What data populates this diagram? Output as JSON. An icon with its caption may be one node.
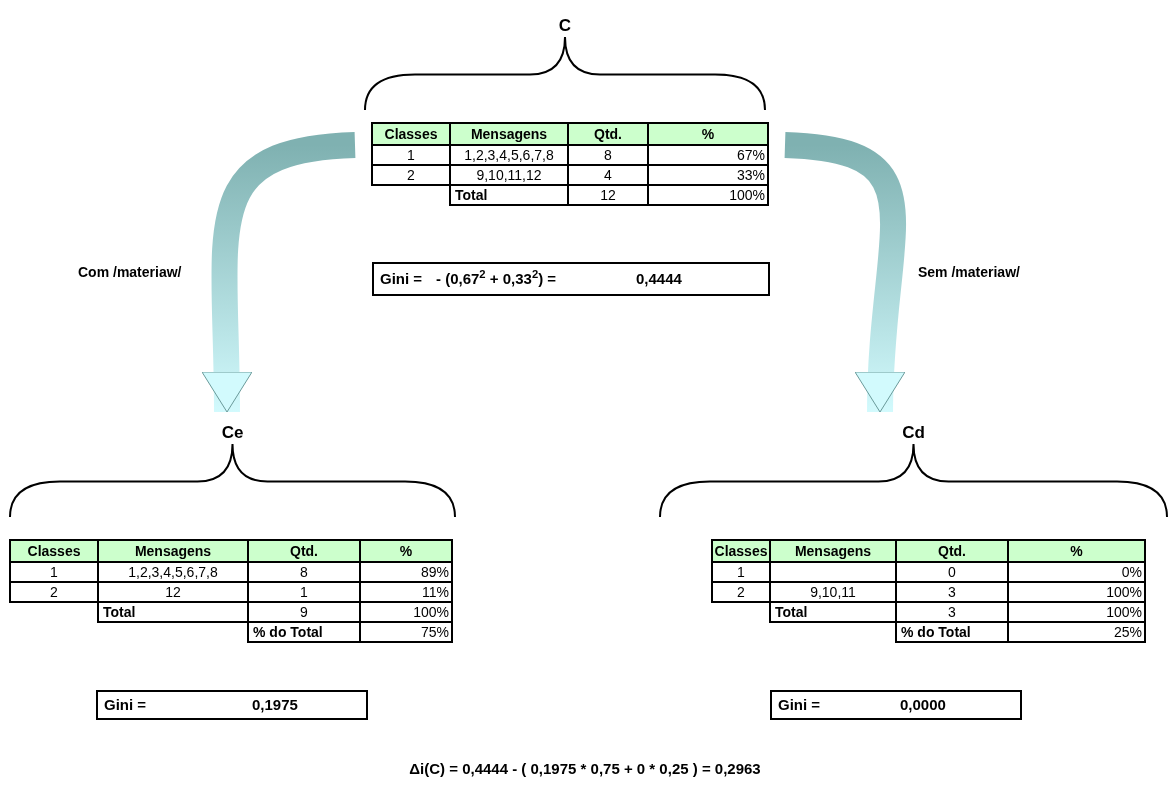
{
  "diagram": {
    "nodes": [
      {
        "text": [
          "C"
        ]
      },
      {
        "text": [
          "Classes",
          "Mensagens",
          "Qtd.",
          "%",
          "1",
          "1,2,3,4,5,6,7,8",
          "8",
          "67%",
          "2",
          "9,10,11,12",
          "4",
          "33%",
          "Total",
          "12",
          "100%"
        ],
        "in": 0
      },
      {
        "text": [
          "Gini =",
          "- (0,67$^{2}$ + 0,33$^{2}$) =",
          "0,4444"
        ],
        "in": 0
      },
      {
        "text": [
          "Ce"
        ]
      },
      {
        "text": [
          "Classes",
          "Mensagens",
          "Qtd.",
          "%",
          "1",
          "1,2,3,4,5,6,7,8",
          "8",
          "89%",
          "2",
          "12",
          "1",
          "11%",
          "Total",
          "9",
          "100%",
          "% do Total",
          "75%"
        ],
        "in": 3
      },
      {
        "text": [
          "Gini =",
          "0,1975"
        ],
        "in": 3
      },
      {
        "text": [
          "Cd"
        ]
      },
      {
        "text": [
          "Classes",
          "Mensagens",
          "Qtd.",
          "%",
          "1",
          "0",
          "0%",
          "2",
          "9,10,11",
          "3",
          "100%",
          "Total",
          "3",
          "100%",
          "% do Total",
          "25%"
        ],
        "in": 6
      },
      {
        "text": [
          "Gini =",
          "0,0000"
        ],
        "in": 6
      }
    ],
    "edges": [
      {
        "from": 0,
        "to": 3,
        "arrow": "to",
        "label": "Com /materiaw/"
      },
      {
        "from": 0,
        "to": 6,
        "arrow": "to",
        "label": "Sem /materiaw/"
      }
    ],
    "labels": [
      "Δi(C) = 0,4444 - ( 0,1975 * 0,75 + 0 * 0,25 ) = 0,2963"
    ]
  }
}
